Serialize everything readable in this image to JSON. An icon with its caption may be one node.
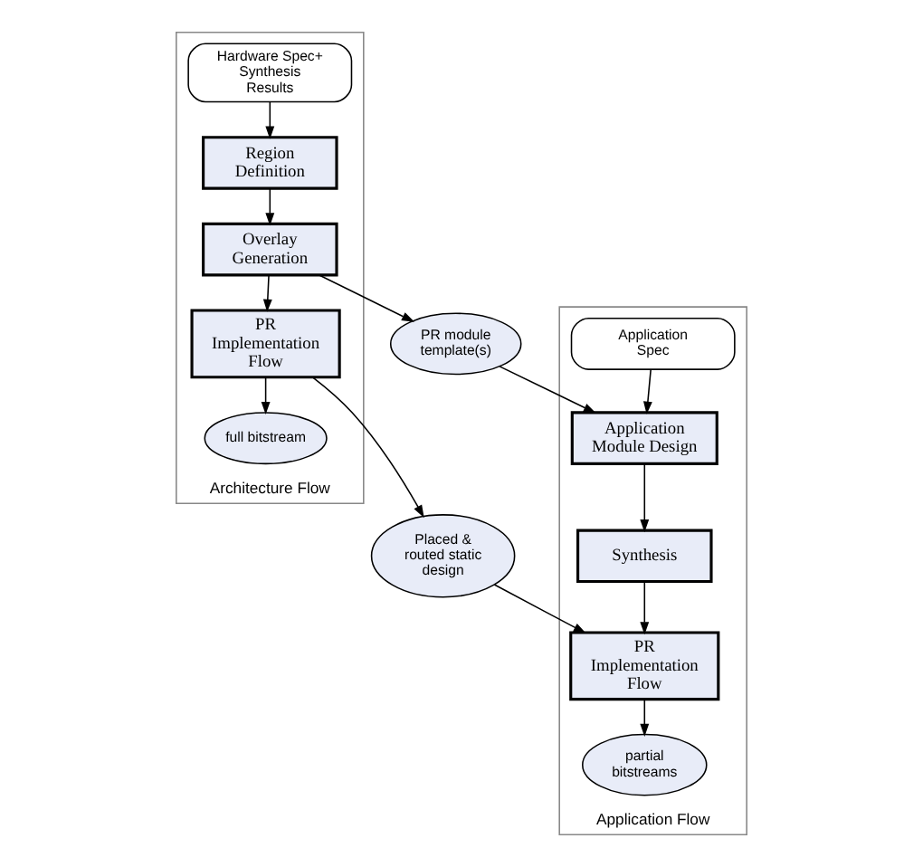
{
  "diagram": {
    "nodes": [
      {
        "text": [
          "Architecture Flow"
        ]
      },
      {
        "text": [
          "Hardware Spec+ Synthesis Results"
        ],
        "in": 0
      },
      {
        "text": [
          "Region Definition"
        ],
        "in": 0
      },
      {
        "text": [
          "Overlay Generation"
        ],
        "in": 0
      },
      {
        "text": [
          "PR Implementation Flow"
        ],
        "in": 0
      },
      {
        "text": [
          "full bitstream"
        ],
        "in": 0
      },
      {
        "text": [
          "Application Flow"
        ]
      },
      {
        "text": [
          "Application Spec"
        ],
        "in": 6
      },
      {
        "text": [
          "Application Module Design"
        ],
        "in": 6
      },
      {
        "text": [
          "Synthesis"
        ],
        "in": 6
      },
      {
        "text": [
          "PR Implementation Flow"
        ],
        "in": 6
      },
      {
        "text": [
          "partial bitstreams"
        ],
        "in": 6
      },
      {
        "text": [
          "PR module template(s)"
        ]
      },
      {
        "text": [
          "Placed & routed static design"
        ]
      }
    ],
    "edges": [
      {
        "from": 1,
        "to": 2,
        "arrow": "to"
      },
      {
        "from": 2,
        "to": 3,
        "arrow": "to"
      },
      {
        "from": 3,
        "to": 4,
        "arrow": "to"
      },
      {
        "from": 4,
        "to": 5,
        "arrow": "to"
      },
      {
        "from": 3,
        "to": 12,
        "arrow": "to"
      },
      {
        "from": 12,
        "to": 8,
        "arrow": "to"
      },
      {
        "from": 4,
        "to": 13,
        "arrow": "to"
      },
      {
        "from": 13,
        "to": 10,
        "arrow": "to"
      },
      {
        "from": 7,
        "to": 8,
        "arrow": "to"
      },
      {
        "from": 8,
        "to": 9,
        "arrow": "to"
      },
      {
        "from": 9,
        "to": 10,
        "arrow": "to"
      },
      {
        "from": 10,
        "to": 11,
        "arrow": "to"
      }
    ]
  }
}
